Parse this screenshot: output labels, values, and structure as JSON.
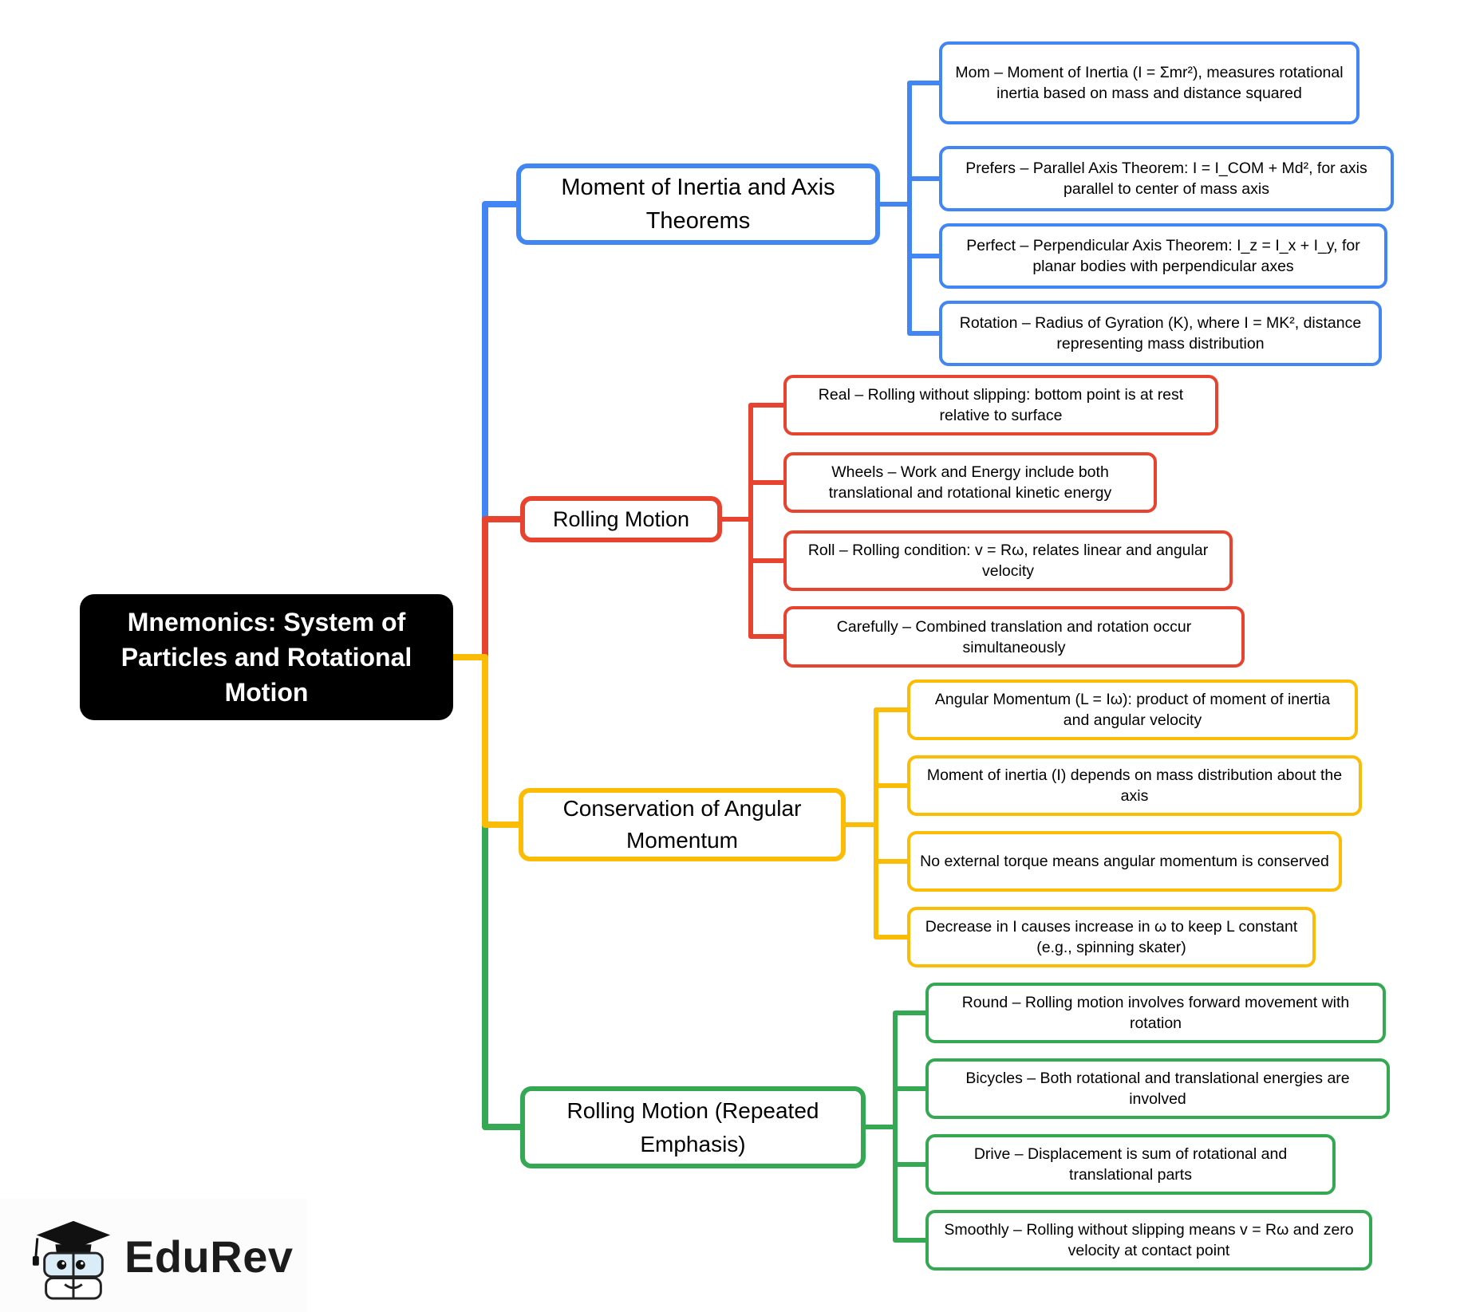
{
  "title": "Mnemonics: System of Particles and Rotational Motion",
  "colors": {
    "blue": "#4285F4",
    "red": "#E8432F",
    "yellow": "#FBBC05",
    "green": "#34A853",
    "center_bg": "#000000",
    "center_text": "#FFFFFF"
  },
  "branches": [
    {
      "label": "Moment of Inertia and Axis Theorems",
      "color": "#4285F4",
      "children": [
        {
          "text": "Mom – Moment of Inertia (I = Σmr²), measures rotational inertia based on mass and distance squared"
        },
        {
          "text": "Prefers – Parallel Axis Theorem: I = I_COM + Md², for axis parallel to center of mass axis"
        },
        {
          "text": "Perfect – Perpendicular Axis Theorem: I_z = I_x + I_y, for planar bodies with perpendicular axes"
        },
        {
          "text": "Rotation – Radius of Gyration (K), where I = MK², distance representing mass distribution"
        }
      ]
    },
    {
      "label": "Rolling Motion",
      "color": "#E8432F",
      "children": [
        {
          "text": "Real – Rolling without slipping: bottom point is at rest relative to surface"
        },
        {
          "text": "Wheels – Work and Energy include both translational and rotational kinetic energy"
        },
        {
          "text": "Roll – Rolling condition: v = Rω, relates linear and angular velocity"
        },
        {
          "text": "Carefully – Combined translation and rotation occur simultaneously"
        }
      ]
    },
    {
      "label": "Conservation of Angular Momentum",
      "color": "#FBBC05",
      "children": [
        {
          "text": "Angular Momentum (L = Iω): product of moment of inertia and angular velocity"
        },
        {
          "text": "Moment of inertia (I) depends on mass distribution about the axis"
        },
        {
          "text": "No external torque means angular momentum is conserved"
        },
        {
          "text": "Decrease in I causes increase in ω to keep L constant (e.g., spinning skater)"
        }
      ]
    },
    {
      "label": "Rolling Motion (Repeated Emphasis)",
      "color": "#34A853",
      "children": [
        {
          "text": "Round – Rolling motion involves forward movement with rotation"
        },
        {
          "text": "Bicycles – Both rotational and translational energies are involved"
        },
        {
          "text": "Drive – Displacement is sum of rotational and translational parts"
        },
        {
          "text": "Smoothly – Rolling without slipping means v = Rω and zero velocity at contact point"
        }
      ]
    }
  ],
  "logo": {
    "text": "EduRev",
    "mascot": "edurev-books-graduation-cap-mascot"
  }
}
